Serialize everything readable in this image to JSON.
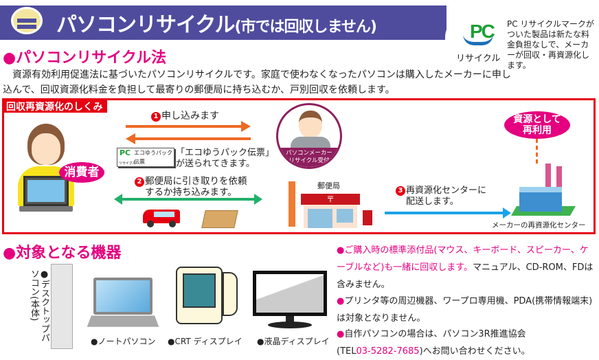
{
  "header": {
    "title": "パソコンリサイクル",
    "title_suffix": "(市では回収しません)"
  },
  "pc_mark": {
    "letters": "PC",
    "label": "リサイクル",
    "description": "PC リサイクルマークがついた製品は新たな料金負担なしで、メーカーが回収・再資源化します。"
  },
  "law": {
    "heading": "●パソコンリサイクル法",
    "body": "　資源有効利用促進法に基づいたパソコンリサイクルです。家庭で使わなくなったパソコンは購入したメーカーに申し込んで、回収資源化料金を負担して最寄りの郵便局に持ち込むか、戸別回収を依頼します。"
  },
  "flow": {
    "label": "回収再資源化のしくみ",
    "consumer": "消費者",
    "step1_num": "1",
    "step1": "申し込みます",
    "slip_title": "エコゆうパック",
    "slip_sub": "伝票",
    "slip_pc": "PC",
    "slip_recycle": "リサイクル",
    "slip_text1": "「エコゆうパック伝票」",
    "slip_text2": "が送られてきます。",
    "maker_label1": "パソコンメーカー",
    "maker_label2": "リサイクル受付",
    "step2_num": "2",
    "step2_line1": "郵便局に引き取りを依頼",
    "step2_line2": "するか持ち込みます。",
    "post_office": "郵便局",
    "step3_num": "3",
    "step3_line1": "再資源化センターに",
    "step3_line2": "配送します。",
    "reuse1": "資源として",
    "reuse2": "再利用",
    "center": "メーカーの再資源化センター"
  },
  "targets": {
    "heading": "●対象となる機器",
    "desktop": "●デスクトップパソコン(本体)",
    "notebook": "●ノートパソコン",
    "crt": "●CRT ディスプレイ",
    "lcd": "●液晶ディスプレイ",
    "notes": [
      {
        "bullet": "●",
        "pink": "ご購入時の標準添付品(マウス、キーボード、スピーカー、ケーブルなど)も一緒に回収します。",
        "rest": "マニュアル、CD-ROM、FDは含みません。"
      },
      {
        "bullet": "●",
        "rest": "プリンタ等の周辺機器、ワープロ専用機、PDA(携帯情報端末)は対象となりません。"
      },
      {
        "bullet": "●",
        "rest": "自作パソコンの場合は、パソコン3R推進協会",
        "tel_prefix": "(TEL",
        "tel": "03-5282-7685",
        "tel_suffix": ")へお問い合わせください。"
      }
    ]
  },
  "colors": {
    "header": "#4f4c9e",
    "accent": "#e4007f",
    "frame": "#e60012",
    "orange_arrow": "#ee6a24",
    "green_arrow": "#22b06a",
    "blue_arrow": "#1aa3e8"
  }
}
